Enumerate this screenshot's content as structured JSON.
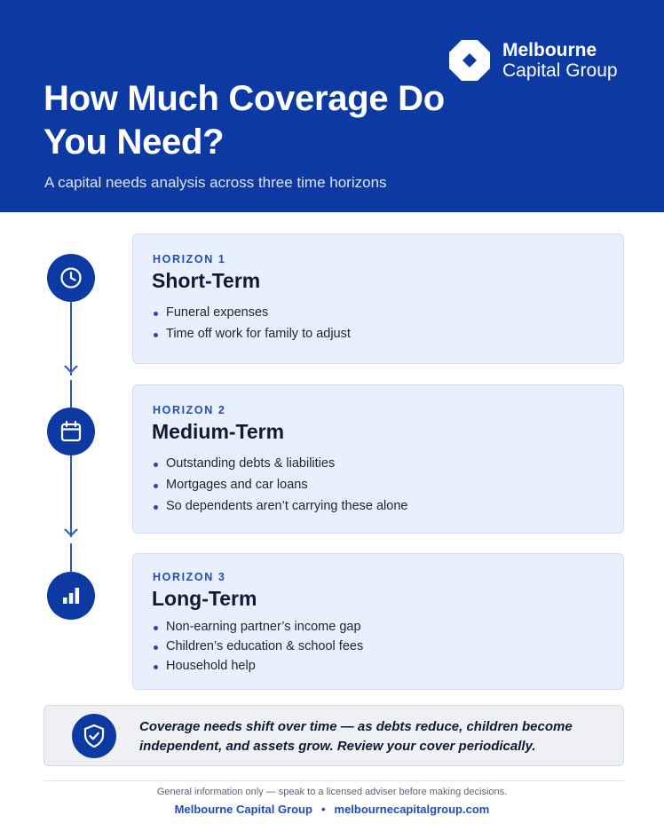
{
  "header": {
    "brand_line1": "Melbourne",
    "brand_line2": "Capital Group",
    "title": "How Much Coverage Do You Need?",
    "subtitle": "A capital needs analysis across three time horizons",
    "logo_icon": "cross-logo-icon"
  },
  "horizons": [
    {
      "kicker": "HORIZON 1",
      "name": "Short-Term",
      "icon": "clock-icon",
      "items": [
        "Funeral expenses",
        "Time off work for family to adjust"
      ]
    },
    {
      "kicker": "HORIZON 2",
      "name": "Medium-Term",
      "icon": "calendar-icon",
      "items": [
        "Outstanding debts & liabilities",
        "Mortgages and car loans",
        "So dependents aren’t carrying these alone"
      ]
    },
    {
      "kicker": "HORIZON 3",
      "name": "Long-Term",
      "icon": "bar-chart-icon",
      "items": [
        "Non-earning partner’s income gap",
        "Children’s education & school fees",
        "Household help"
      ]
    }
  ],
  "callout": {
    "icon": "shield-check-icon",
    "text": "Coverage needs shift over time — as debts reduce, children become independent, and assets grow. Review your cover periodically."
  },
  "footer": {
    "disclaimer": "General information only — speak to a licensed adviser before making decisions.",
    "company": "Melbourne Capital Group",
    "separator": "•",
    "website": "melbournecapitalgroup.com"
  },
  "colors": {
    "brand_blue": "#0d3aa2",
    "accent_blue": "#1f4cc0",
    "card_bg": "#e9f0fd"
  }
}
